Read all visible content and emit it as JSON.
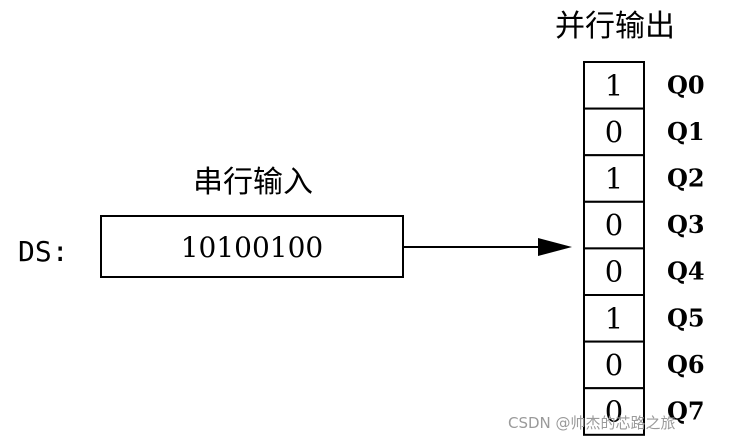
{
  "parallel_title": "并行输出",
  "serial_title": "串行输入",
  "ds_label": "DS:",
  "serial_value": "10100100",
  "bits": [
    {
      "value": "1",
      "label": "Q0"
    },
    {
      "value": "0",
      "label": "Q1"
    },
    {
      "value": "1",
      "label": "Q2"
    },
    {
      "value": "0",
      "label": "Q3"
    },
    {
      "value": "0",
      "label": "Q4"
    },
    {
      "value": "1",
      "label": "Q5"
    },
    {
      "value": "0",
      "label": "Q6"
    },
    {
      "value": "0",
      "label": "Q7"
    }
  ],
  "watermark": "CSDN @帅杰的芯路之旅"
}
